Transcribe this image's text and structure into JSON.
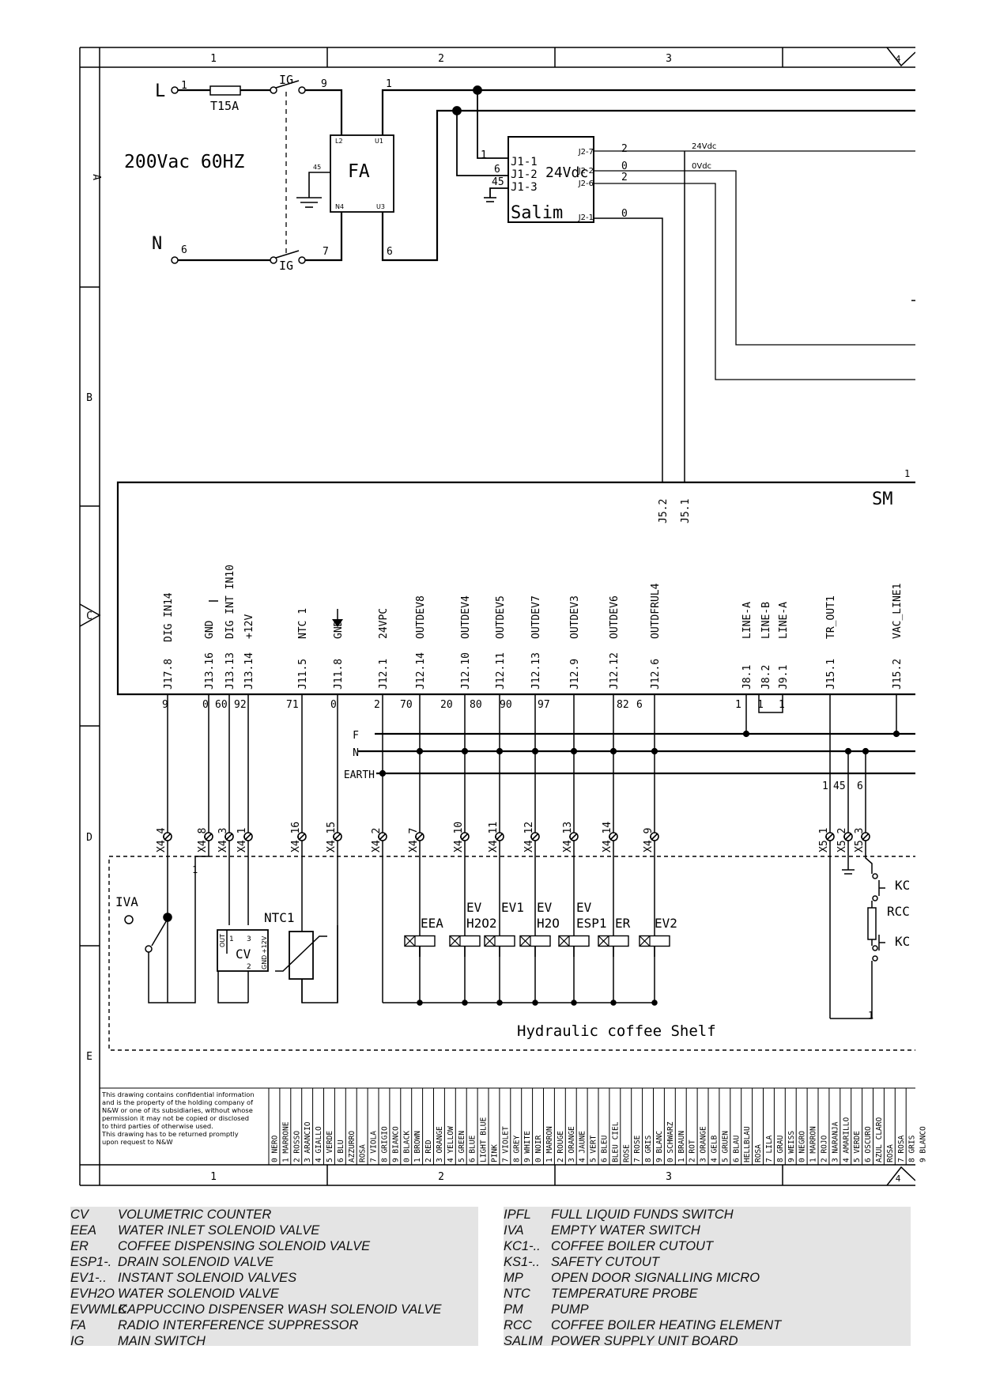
{
  "frame": {
    "columns": [
      "1",
      "2",
      "3",
      "4"
    ],
    "rows": [
      "A",
      "B",
      "C",
      "D",
      "E"
    ]
  },
  "power": {
    "line": "L",
    "neutral": "N",
    "line_pin": "1",
    "neutral_pin": "6",
    "fuse": "T15A",
    "switch": "IG",
    "switch_pins": [
      "9",
      "7"
    ],
    "supply": "200Vac 60HZ",
    "wire_1": "1",
    "wire_6": "6"
  },
  "fa": {
    "label": "FA",
    "pins": [
      "L2",
      "U1",
      "N4",
      "U3"
    ],
    "ground_wire": "45"
  },
  "salim": {
    "name": "Salim",
    "voltage": "24Vdc",
    "left_pins": [
      "J1-1",
      "J1-2",
      "J1-3"
    ],
    "left_wires": [
      "1",
      "6",
      "45"
    ],
    "right_pins": [
      "J2-7",
      "J2-2",
      "J2-6",
      "J2-1"
    ],
    "right_wires": [
      "2",
      "0",
      "2",
      "0"
    ],
    "out_labels": [
      "24Vdc",
      "0Vdc"
    ]
  },
  "sm": {
    "name": "SM",
    "top_pins": [
      "J5.2",
      "J5.1"
    ],
    "pin_1": "1",
    "connectors": [
      {
        "pin": "J17.8",
        "signal": "DIG IN14",
        "wire": "9"
      },
      {
        "pin": "J13.16",
        "signal": "GND",
        "wire": "0"
      },
      {
        "pin": "J13.13",
        "signal": "DIG INT IN10",
        "wire": "60"
      },
      {
        "pin": "J13.14",
        "signal": "+12V",
        "wire": "92"
      },
      {
        "pin": "J11.5",
        "signal": "NTC 1",
        "wire": "71"
      },
      {
        "pin": "J11.8",
        "signal": "GND",
        "wire": "0"
      },
      {
        "pin": "J12.1",
        "signal": "24VPC",
        "wire": "2"
      },
      {
        "pin": "J12.14",
        "signal": "OUTDEV8",
        "wire": "70"
      },
      {
        "pin": "J12.10",
        "signal": "OUTDEV4",
        "wire": "20"
      },
      {
        "pin": "J12.11",
        "signal": "OUTDEV5",
        "wire": "80"
      },
      {
        "pin": "J12.13",
        "signal": "OUTDEV7",
        "wire": "90"
      },
      {
        "pin": "J12.9",
        "signal": "OUTDEV3",
        "wire": "97"
      },
      {
        "pin": "J12.12",
        "signal": "OUTDEV6",
        "wire": "82"
      },
      {
        "pin": "J12.6",
        "signal": "OUTDFRUL4",
        "wire": "6"
      },
      {
        "pin": "J8.1",
        "signal": "LINE-A",
        "wire": "1"
      },
      {
        "pin": "J8.2",
        "signal": "LINE-B",
        "wire": "1"
      },
      {
        "pin": "J9.1",
        "signal": "LINE-A",
        "wire": "1"
      },
      {
        "pin": "J15.1",
        "signal": "TR_OUT1",
        "wire": ""
      },
      {
        "pin": "J15.2",
        "signal": "VAC_LINE1",
        "wire": ""
      }
    ]
  },
  "buses": [
    "F",
    "N",
    "EARTH"
  ],
  "terminals": [
    "X4.4",
    "X4.8",
    "X4.3",
    "X4.1",
    "X4.16",
    "X4.15",
    "X4.2",
    "X4.7",
    "X4.10",
    "X4.11",
    "X4.12",
    "X4.13",
    "X4.14",
    "X4.9",
    "X5.1",
    "X5.2",
    "X5.3"
  ],
  "kc_wires": [
    "1",
    "45",
    "6"
  ],
  "shelf": {
    "title": "Hydraulic coffee Shelf",
    "components": [
      "IVA",
      "CV",
      "NTC1",
      "EEA",
      "EV H2O2",
      "EV1",
      "EV H2O",
      "EV ESP1",
      "ER",
      "EV2",
      "KC",
      "RCC",
      "KC"
    ],
    "cv_pins": [
      "OUT",
      "1",
      "3",
      "GND",
      "+12V",
      "2"
    ],
    "marker_1": "1"
  },
  "confidential": [
    "This drawing contains confidential information",
    "and is the property of the holding company of",
    "N&W or one of its subsidiaries, without whose",
    "permission it may not be copied or disclosed",
    "to third parties of otherwise used.",
    "This drawing has to be returned promptly",
    "upon request to N&W"
  ],
  "colour_table": [
    [
      "0",
      "NERO"
    ],
    [
      "1",
      "MARRONE"
    ],
    [
      "2",
      "ROSSO"
    ],
    [
      "3",
      "ARANCIO"
    ],
    [
      "4",
      "GIALLO"
    ],
    [
      "5",
      "VERDE"
    ],
    [
      "6",
      "BLU"
    ],
    [
      "",
      "AZZURRO"
    ],
    [
      "",
      "ROSA"
    ],
    [
      "7",
      "VIOLA"
    ],
    [
      "8",
      "GRIGIO"
    ],
    [
      "9",
      "BIANCO"
    ],
    [
      "0",
      "BLACK"
    ],
    [
      "1",
      "BROWN"
    ],
    [
      "2",
      "RED"
    ],
    [
      "3",
      "ORANGE"
    ],
    [
      "4",
      "YELLOW"
    ],
    [
      "5",
      "GREEN"
    ],
    [
      "6",
      "BLUE"
    ],
    [
      "",
      "LIGHT BLUE"
    ],
    [
      "",
      "PINK"
    ],
    [
      "7",
      "VIOLET"
    ],
    [
      "8",
      "GREY"
    ],
    [
      "9",
      "WHITE"
    ],
    [
      "0",
      "NOIR"
    ],
    [
      "1",
      "MARRON"
    ],
    [
      "2",
      "ROUGE"
    ],
    [
      "3",
      "ORANGE"
    ],
    [
      "4",
      "JAUNE"
    ],
    [
      "5",
      "VERT"
    ],
    [
      "6",
      "BLEU"
    ],
    [
      "",
      "BLEU CIEL"
    ],
    [
      "",
      "ROSE"
    ],
    [
      "7",
      "ROSE"
    ],
    [
      "8",
      "GRIS"
    ],
    [
      "9",
      "BLANC"
    ],
    [
      "0",
      "SCHWARZ"
    ],
    [
      "1",
      "BRAUN"
    ],
    [
      "2",
      "ROT"
    ],
    [
      "3",
      "ORANGE"
    ],
    [
      "4",
      "GELB"
    ],
    [
      "5",
      "GRUEN"
    ],
    [
      "6",
      "BLAU"
    ],
    [
      "",
      "HELLBLAU"
    ],
    [
      "",
      "ROSA"
    ],
    [
      "7",
      "LILA"
    ],
    [
      "8",
      "GRAU"
    ],
    [
      "9",
      "WEISS"
    ],
    [
      "0",
      "NEGRO"
    ],
    [
      "1",
      "MARRON"
    ],
    [
      "2",
      "ROJO"
    ],
    [
      "3",
      "NARANJA"
    ],
    [
      "4",
      "AMARILLO"
    ],
    [
      "5",
      "VERDE"
    ],
    [
      "6",
      "OSCURO"
    ],
    [
      "",
      "AZUL CLARO"
    ],
    [
      "",
      "ROSA"
    ],
    [
      "7",
      "ROSA"
    ],
    [
      "8",
      "GRIS"
    ],
    [
      "9",
      "BLANCO"
    ]
  ],
  "legend_left": [
    [
      "CV",
      "VOLUMETRIC COUNTER"
    ],
    [
      "EEA",
      "WATER INLET SOLENOID VALVE"
    ],
    [
      "ER",
      "COFFEE DISPENSING SOLENOID VALVE"
    ],
    [
      "ESP1-.",
      "DRAIN SOLENOID VALVE"
    ],
    [
      "EV1-..",
      "INSTANT SOLENOID VALVES"
    ],
    [
      "EVH2O",
      "WATER SOLENOID VALVE"
    ],
    [
      "EVWMLK",
      "CAPPUCCINO DISPENSER WASH SOLENOID VALVE"
    ],
    [
      "FA",
      "RADIO INTERFERENCE SUPPRESSOR"
    ],
    [
      "IG",
      "MAIN SWITCH"
    ]
  ],
  "legend_right": [
    [
      "IPFL",
      "FULL LIQUID FUNDS SWITCH"
    ],
    [
      "IVA",
      "EMPTY WATER SWITCH"
    ],
    [
      "KC1-..",
      "COFFEE BOILER CUTOUT"
    ],
    [
      "KS1-..",
      "SAFETY CUTOUT"
    ],
    [
      "MP",
      "OPEN DOOR SIGNALLING MICRO"
    ],
    [
      "NTC",
      "TEMPERATURE PROBE"
    ],
    [
      "PM",
      "PUMP"
    ],
    [
      "RCC",
      "COFFEE BOILER HEATING ELEMENT"
    ],
    [
      "SALIM",
      "POWER SUPPLY UNIT BOARD"
    ]
  ]
}
